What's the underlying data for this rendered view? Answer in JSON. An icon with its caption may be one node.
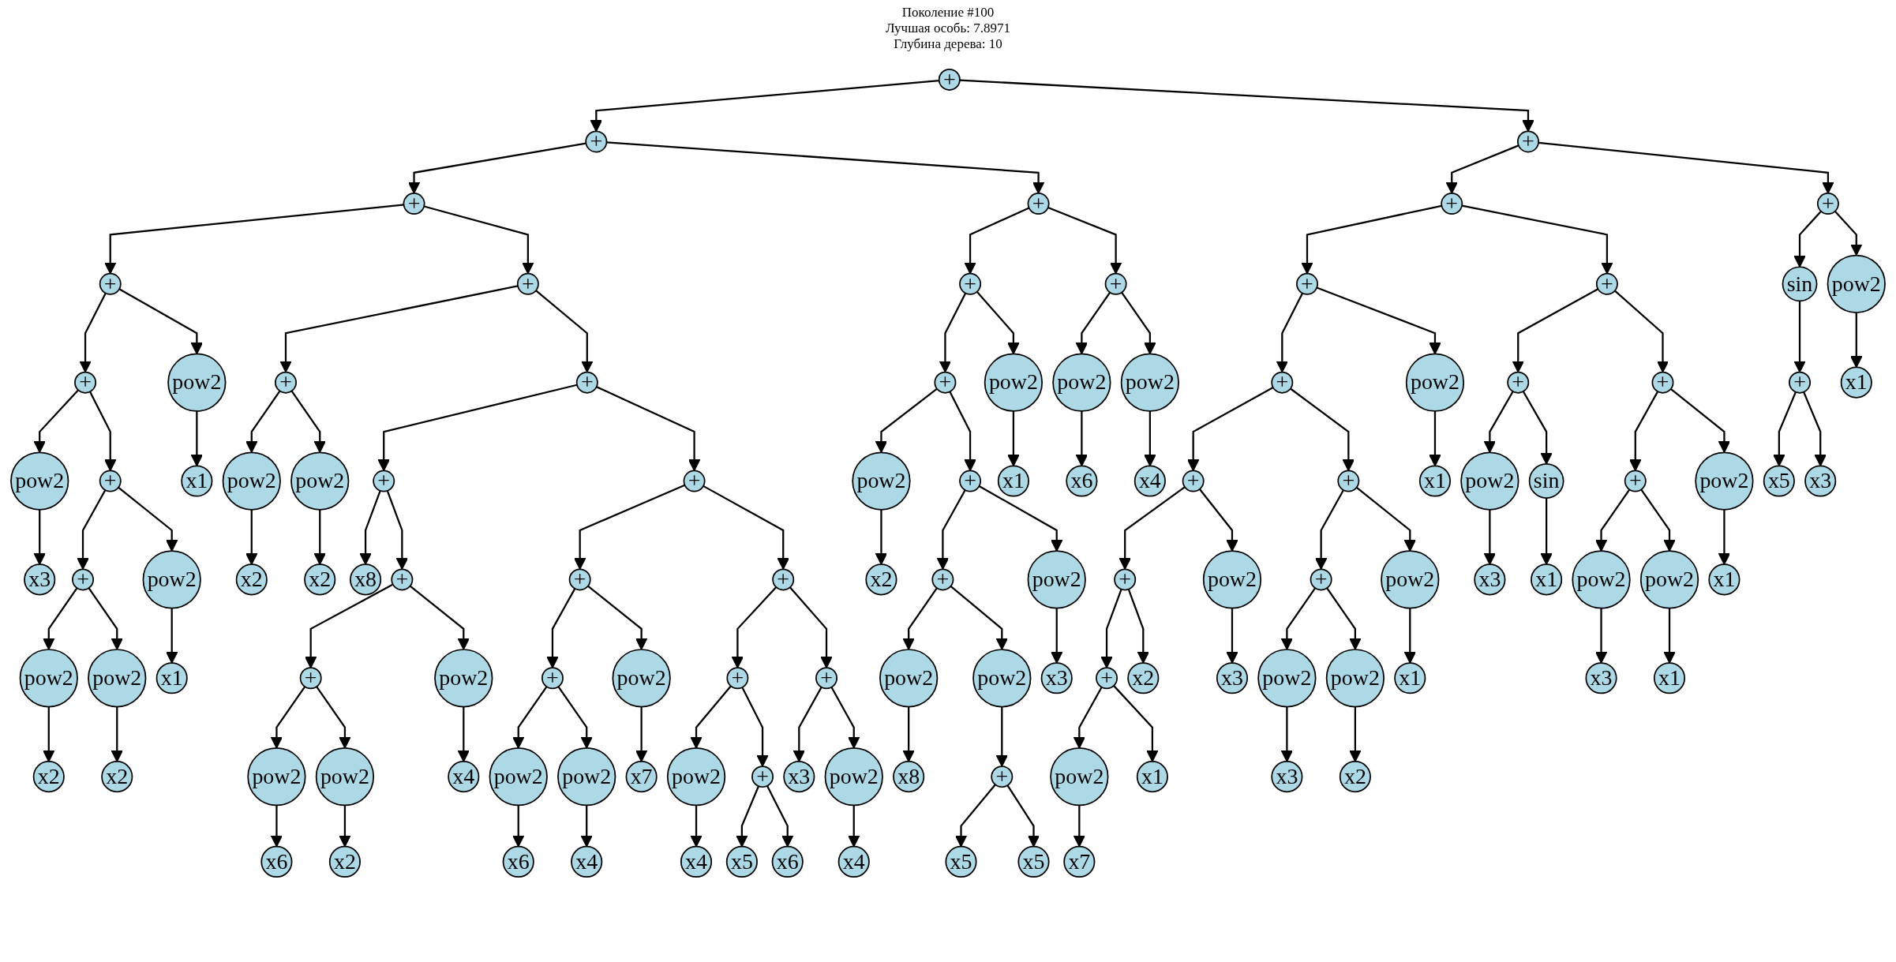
{
  "diagram": {
    "title": "Поколение #100",
    "labels": [
      "Лучшая особь: 7.8971",
      "Глубина дерева: 10"
    ],
    "nodes": [
      {
        "text": [
          "+"
        ]
      },
      {
        "text": [
          "+"
        ]
      },
      {
        "text": [
          "+"
        ]
      },
      {
        "text": [
          "+"
        ]
      },
      {
        "text": [
          "+"
        ]
      },
      {
        "text": [
          "pow2"
        ]
      },
      {
        "text": [
          "x3"
        ]
      },
      {
        "text": [
          "+"
        ]
      },
      {
        "text": [
          "+"
        ]
      },
      {
        "text": [
          "pow2"
        ]
      },
      {
        "text": [
          "x2"
        ]
      },
      {
        "text": [
          "pow2"
        ]
      },
      {
        "text": [
          "x2"
        ]
      },
      {
        "text": [
          "pow2"
        ]
      },
      {
        "text": [
          "x1"
        ]
      },
      {
        "text": [
          "pow2"
        ]
      },
      {
        "text": [
          "x1"
        ]
      },
      {
        "text": [
          "+"
        ]
      },
      {
        "text": [
          "+"
        ]
      },
      {
        "text": [
          "pow2"
        ]
      },
      {
        "text": [
          "x2"
        ]
      },
      {
        "text": [
          "pow2"
        ]
      },
      {
        "text": [
          "x2"
        ]
      },
      {
        "text": [
          "+"
        ]
      },
      {
        "text": [
          "+"
        ]
      },
      {
        "text": [
          "x8"
        ]
      },
      {
        "text": [
          "+"
        ]
      },
      {
        "text": [
          "+"
        ]
      },
      {
        "text": [
          "pow2"
        ]
      },
      {
        "text": [
          "x6"
        ]
      },
      {
        "text": [
          "pow2"
        ]
      },
      {
        "text": [
          "x2"
        ]
      },
      {
        "text": [
          "pow2"
        ]
      },
      {
        "text": [
          "x4"
        ]
      },
      {
        "text": [
          "+"
        ]
      },
      {
        "text": [
          "+"
        ]
      },
      {
        "text": [
          "+"
        ]
      },
      {
        "text": [
          "pow2"
        ]
      },
      {
        "text": [
          "x6"
        ]
      },
      {
        "text": [
          "pow2"
        ]
      },
      {
        "text": [
          "x4"
        ]
      },
      {
        "text": [
          "pow2"
        ]
      },
      {
        "text": [
          "x7"
        ]
      },
      {
        "text": [
          "+"
        ]
      },
      {
        "text": [
          "+"
        ]
      },
      {
        "text": [
          "pow2"
        ]
      },
      {
        "text": [
          "x4"
        ]
      },
      {
        "text": [
          "+"
        ]
      },
      {
        "text": [
          "x5"
        ]
      },
      {
        "text": [
          "x6"
        ]
      },
      {
        "text": [
          "+"
        ]
      },
      {
        "text": [
          "x3"
        ]
      },
      {
        "text": [
          "pow2"
        ]
      },
      {
        "text": [
          "x4"
        ]
      },
      {
        "text": [
          "+"
        ]
      },
      {
        "text": [
          "+"
        ]
      },
      {
        "text": [
          "+"
        ]
      },
      {
        "text": [
          "pow2"
        ]
      },
      {
        "text": [
          "x2"
        ]
      },
      {
        "text": [
          "+"
        ]
      },
      {
        "text": [
          "+"
        ]
      },
      {
        "text": [
          "pow2"
        ]
      },
      {
        "text": [
          "x8"
        ]
      },
      {
        "text": [
          "pow2"
        ]
      },
      {
        "text": [
          "+"
        ]
      },
      {
        "text": [
          "x5"
        ]
      },
      {
        "text": [
          "x5"
        ]
      },
      {
        "text": [
          "pow2"
        ]
      },
      {
        "text": [
          "x3"
        ]
      },
      {
        "text": [
          "pow2"
        ]
      },
      {
        "text": [
          "x1"
        ]
      },
      {
        "text": [
          "+"
        ]
      },
      {
        "text": [
          "pow2"
        ]
      },
      {
        "text": [
          "x6"
        ]
      },
      {
        "text": [
          "pow2"
        ]
      },
      {
        "text": [
          "x4"
        ]
      },
      {
        "text": [
          "+"
        ]
      },
      {
        "text": [
          "+"
        ]
      },
      {
        "text": [
          "+"
        ]
      },
      {
        "text": [
          "+"
        ]
      },
      {
        "text": [
          "+"
        ]
      },
      {
        "text": [
          "+"
        ]
      },
      {
        "text": [
          "+"
        ]
      },
      {
        "text": [
          "pow2"
        ]
      },
      {
        "text": [
          "x7"
        ]
      },
      {
        "text": [
          "x1"
        ]
      },
      {
        "text": [
          "x2"
        ]
      },
      {
        "text": [
          "pow2"
        ]
      },
      {
        "text": [
          "x3"
        ]
      },
      {
        "text": [
          "+"
        ]
      },
      {
        "text": [
          "+"
        ]
      },
      {
        "text": [
          "pow2"
        ]
      },
      {
        "text": [
          "x3"
        ]
      },
      {
        "text": [
          "pow2"
        ]
      },
      {
        "text": [
          "x2"
        ]
      },
      {
        "text": [
          "pow2"
        ]
      },
      {
        "text": [
          "x1"
        ]
      },
      {
        "text": [
          "pow2"
        ]
      },
      {
        "text": [
          "x1"
        ]
      },
      {
        "text": [
          "+"
        ]
      },
      {
        "text": [
          "+"
        ]
      },
      {
        "text": [
          "pow2"
        ]
      },
      {
        "text": [
          "x3"
        ]
      },
      {
        "text": [
          "sin"
        ]
      },
      {
        "text": [
          "x1"
        ]
      },
      {
        "text": [
          "+"
        ]
      },
      {
        "text": [
          "+"
        ]
      },
      {
        "text": [
          "pow2"
        ]
      },
      {
        "text": [
          "x3"
        ]
      },
      {
        "text": [
          "pow2"
        ]
      },
      {
        "text": [
          "x1"
        ]
      },
      {
        "text": [
          "pow2"
        ]
      },
      {
        "text": [
          "x1"
        ]
      },
      {
        "text": [
          "+"
        ]
      },
      {
        "text": [
          "sin"
        ]
      },
      {
        "text": [
          "+"
        ]
      },
      {
        "text": [
          "x5"
        ]
      },
      {
        "text": [
          "x3"
        ]
      },
      {
        "text": [
          "pow2"
        ]
      },
      {
        "text": [
          "x1"
        ]
      }
    ],
    "edges": [
      {
        "from": 0,
        "to": 1,
        "arrow": "to"
      },
      {
        "from": 1,
        "to": 2,
        "arrow": "to"
      },
      {
        "from": 2,
        "to": 3,
        "arrow": "to"
      },
      {
        "from": 3,
        "to": 4,
        "arrow": "to"
      },
      {
        "from": 4,
        "to": 5,
        "arrow": "to"
      },
      {
        "from": 5,
        "to": 6,
        "arrow": "to"
      },
      {
        "from": 4,
        "to": 7,
        "arrow": "to"
      },
      {
        "from": 7,
        "to": 8,
        "arrow": "to"
      },
      {
        "from": 8,
        "to": 9,
        "arrow": "to"
      },
      {
        "from": 9,
        "to": 10,
        "arrow": "to"
      },
      {
        "from": 8,
        "to": 11,
        "arrow": "to"
      },
      {
        "from": 11,
        "to": 12,
        "arrow": "to"
      },
      {
        "from": 7,
        "to": 13,
        "arrow": "to"
      },
      {
        "from": 13,
        "to": 14,
        "arrow": "to"
      },
      {
        "from": 3,
        "to": 15,
        "arrow": "to"
      },
      {
        "from": 15,
        "to": 16,
        "arrow": "to"
      },
      {
        "from": 2,
        "to": 17,
        "arrow": "to"
      },
      {
        "from": 17,
        "to": 18,
        "arrow": "to"
      },
      {
        "from": 18,
        "to": 19,
        "arrow": "to"
      },
      {
        "from": 19,
        "to": 20,
        "arrow": "to"
      },
      {
        "from": 18,
        "to": 21,
        "arrow": "to"
      },
      {
        "from": 21,
        "to": 22,
        "arrow": "to"
      },
      {
        "from": 17,
        "to": 23,
        "arrow": "to"
      },
      {
        "from": 23,
        "to": 24,
        "arrow": "to"
      },
      {
        "from": 24,
        "to": 25,
        "arrow": "to"
      },
      {
        "from": 24,
        "to": 26,
        "arrow": "to"
      },
      {
        "from": 26,
        "to": 27,
        "arrow": "to"
      },
      {
        "from": 27,
        "to": 28,
        "arrow": "to"
      },
      {
        "from": 28,
        "to": 29,
        "arrow": "to"
      },
      {
        "from": 27,
        "to": 30,
        "arrow": "to"
      },
      {
        "from": 30,
        "to": 31,
        "arrow": "to"
      },
      {
        "from": 26,
        "to": 32,
        "arrow": "to"
      },
      {
        "from": 32,
        "to": 33,
        "arrow": "to"
      },
      {
        "from": 23,
        "to": 34,
        "arrow": "to"
      },
      {
        "from": 34,
        "to": 35,
        "arrow": "to"
      },
      {
        "from": 35,
        "to": 36,
        "arrow": "to"
      },
      {
        "from": 36,
        "to": 37,
        "arrow": "to"
      },
      {
        "from": 37,
        "to": 38,
        "arrow": "to"
      },
      {
        "from": 36,
        "to": 39,
        "arrow": "to"
      },
      {
        "from": 39,
        "to": 40,
        "arrow": "to"
      },
      {
        "from": 35,
        "to": 41,
        "arrow": "to"
      },
      {
        "from": 41,
        "to": 42,
        "arrow": "to"
      },
      {
        "from": 34,
        "to": 43,
        "arrow": "to"
      },
      {
        "from": 43,
        "to": 44,
        "arrow": "to"
      },
      {
        "from": 44,
        "to": 45,
        "arrow": "to"
      },
      {
        "from": 45,
        "to": 46,
        "arrow": "to"
      },
      {
        "from": 44,
        "to": 47,
        "arrow": "to"
      },
      {
        "from": 47,
        "to": 48,
        "arrow": "to"
      },
      {
        "from": 47,
        "to": 49,
        "arrow": "to"
      },
      {
        "from": 43,
        "to": 50,
        "arrow": "to"
      },
      {
        "from": 50,
        "to": 51,
        "arrow": "to"
      },
      {
        "from": 50,
        "to": 52,
        "arrow": "to"
      },
      {
        "from": 52,
        "to": 53,
        "arrow": "to"
      },
      {
        "from": 1,
        "to": 54,
        "arrow": "to"
      },
      {
        "from": 54,
        "to": 55,
        "arrow": "to"
      },
      {
        "from": 55,
        "to": 56,
        "arrow": "to"
      },
      {
        "from": 56,
        "to": 57,
        "arrow": "to"
      },
      {
        "from": 57,
        "to": 58,
        "arrow": "to"
      },
      {
        "from": 56,
        "to": 59,
        "arrow": "to"
      },
      {
        "from": 59,
        "to": 60,
        "arrow": "to"
      },
      {
        "from": 60,
        "to": 61,
        "arrow": "to"
      },
      {
        "from": 61,
        "to": 62,
        "arrow": "to"
      },
      {
        "from": 60,
        "to": 63,
        "arrow": "to"
      },
      {
        "from": 63,
        "to": 64,
        "arrow": "to"
      },
      {
        "from": 64,
        "to": 65,
        "arrow": "to"
      },
      {
        "from": 64,
        "to": 66,
        "arrow": "to"
      },
      {
        "from": 59,
        "to": 67,
        "arrow": "to"
      },
      {
        "from": 67,
        "to": 68,
        "arrow": "to"
      },
      {
        "from": 55,
        "to": 69,
        "arrow": "to"
      },
      {
        "from": 69,
        "to": 70,
        "arrow": "to"
      },
      {
        "from": 54,
        "to": 71,
        "arrow": "to"
      },
      {
        "from": 71,
        "to": 72,
        "arrow": "to"
      },
      {
        "from": 72,
        "to": 73,
        "arrow": "to"
      },
      {
        "from": 71,
        "to": 74,
        "arrow": "to"
      },
      {
        "from": 74,
        "to": 75,
        "arrow": "to"
      },
      {
        "from": 0,
        "to": 76,
        "arrow": "to"
      },
      {
        "from": 76,
        "to": 77,
        "arrow": "to"
      },
      {
        "from": 77,
        "to": 78,
        "arrow": "to"
      },
      {
        "from": 78,
        "to": 79,
        "arrow": "to"
      },
      {
        "from": 79,
        "to": 80,
        "arrow": "to"
      },
      {
        "from": 80,
        "to": 81,
        "arrow": "to"
      },
      {
        "from": 81,
        "to": 82,
        "arrow": "to"
      },
      {
        "from": 82,
        "to": 83,
        "arrow": "to"
      },
      {
        "from": 83,
        "to": 84,
        "arrow": "to"
      },
      {
        "from": 82,
        "to": 85,
        "arrow": "to"
      },
      {
        "from": 81,
        "to": 86,
        "arrow": "to"
      },
      {
        "from": 80,
        "to": 87,
        "arrow": "to"
      },
      {
        "from": 87,
        "to": 88,
        "arrow": "to"
      },
      {
        "from": 79,
        "to": 89,
        "arrow": "to"
      },
      {
        "from": 89,
        "to": 90,
        "arrow": "to"
      },
      {
        "from": 90,
        "to": 91,
        "arrow": "to"
      },
      {
        "from": 91,
        "to": 92,
        "arrow": "to"
      },
      {
        "from": 90,
        "to": 93,
        "arrow": "to"
      },
      {
        "from": 93,
        "to": 94,
        "arrow": "to"
      },
      {
        "from": 89,
        "to": 95,
        "arrow": "to"
      },
      {
        "from": 95,
        "to": 96,
        "arrow": "to"
      },
      {
        "from": 78,
        "to": 97,
        "arrow": "to"
      },
      {
        "from": 97,
        "to": 98,
        "arrow": "to"
      },
      {
        "from": 77,
        "to": 99,
        "arrow": "to"
      },
      {
        "from": 99,
        "to": 100,
        "arrow": "to"
      },
      {
        "from": 100,
        "to": 101,
        "arrow": "to"
      },
      {
        "from": 101,
        "to": 102,
        "arrow": "to"
      },
      {
        "from": 100,
        "to": 103,
        "arrow": "to"
      },
      {
        "from": 103,
        "to": 104,
        "arrow": "to"
      },
      {
        "from": 99,
        "to": 105,
        "arrow": "to"
      },
      {
        "from": 105,
        "to": 106,
        "arrow": "to"
      },
      {
        "from": 106,
        "to": 107,
        "arrow": "to"
      },
      {
        "from": 107,
        "to": 108,
        "arrow": "to"
      },
      {
        "from": 106,
        "to": 109,
        "arrow": "to"
      },
      {
        "from": 109,
        "to": 110,
        "arrow": "to"
      },
      {
        "from": 105,
        "to": 111,
        "arrow": "to"
      },
      {
        "from": 111,
        "to": 112,
        "arrow": "to"
      },
      {
        "from": 76,
        "to": 113,
        "arrow": "to"
      },
      {
        "from": 113,
        "to": 114,
        "arrow": "to"
      },
      {
        "from": 114,
        "to": 115,
        "arrow": "to"
      },
      {
        "from": 115,
        "to": 116,
        "arrow": "to"
      },
      {
        "from": 115,
        "to": 117,
        "arrow": "to"
      },
      {
        "from": 113,
        "to": 118,
        "arrow": "to"
      },
      {
        "from": 118,
        "to": 119,
        "arrow": "to"
      }
    ]
  }
}
